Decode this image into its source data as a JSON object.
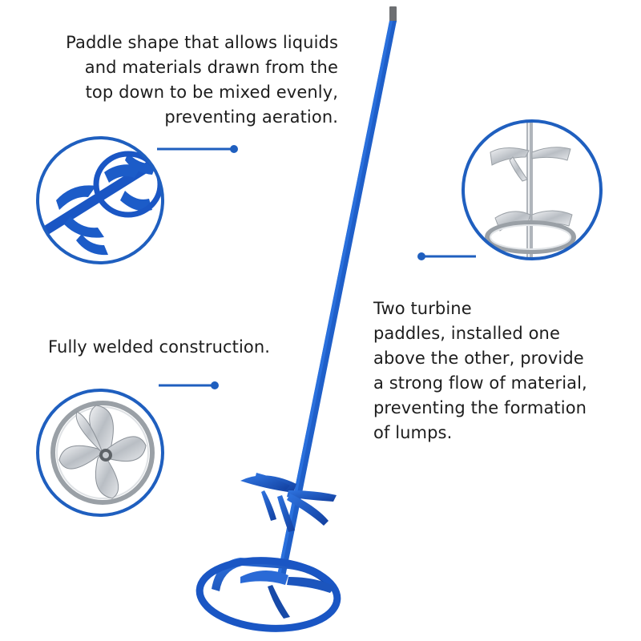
{
  "captions": {
    "paddle_shape": [
      "Paddle shape that allows liquids",
      "and materials drawn from the",
      "top down to be mixed evenly,",
      "preventing aeration."
    ],
    "welded": [
      "Fully welded construction."
    ],
    "turbine": [
      "Two turbine",
      "paddles, installed one",
      "above the other, provide",
      "a strong flow of material,",
      "preventing the formation",
      "of lumps."
    ]
  },
  "colors": {
    "accent_blue": "#1f5fbf",
    "paddle_blue": "#1a56c4",
    "paddle_dark": "#0f3f9c",
    "steel": "#c8ccd1",
    "steel_dark": "#8a9097"
  }
}
